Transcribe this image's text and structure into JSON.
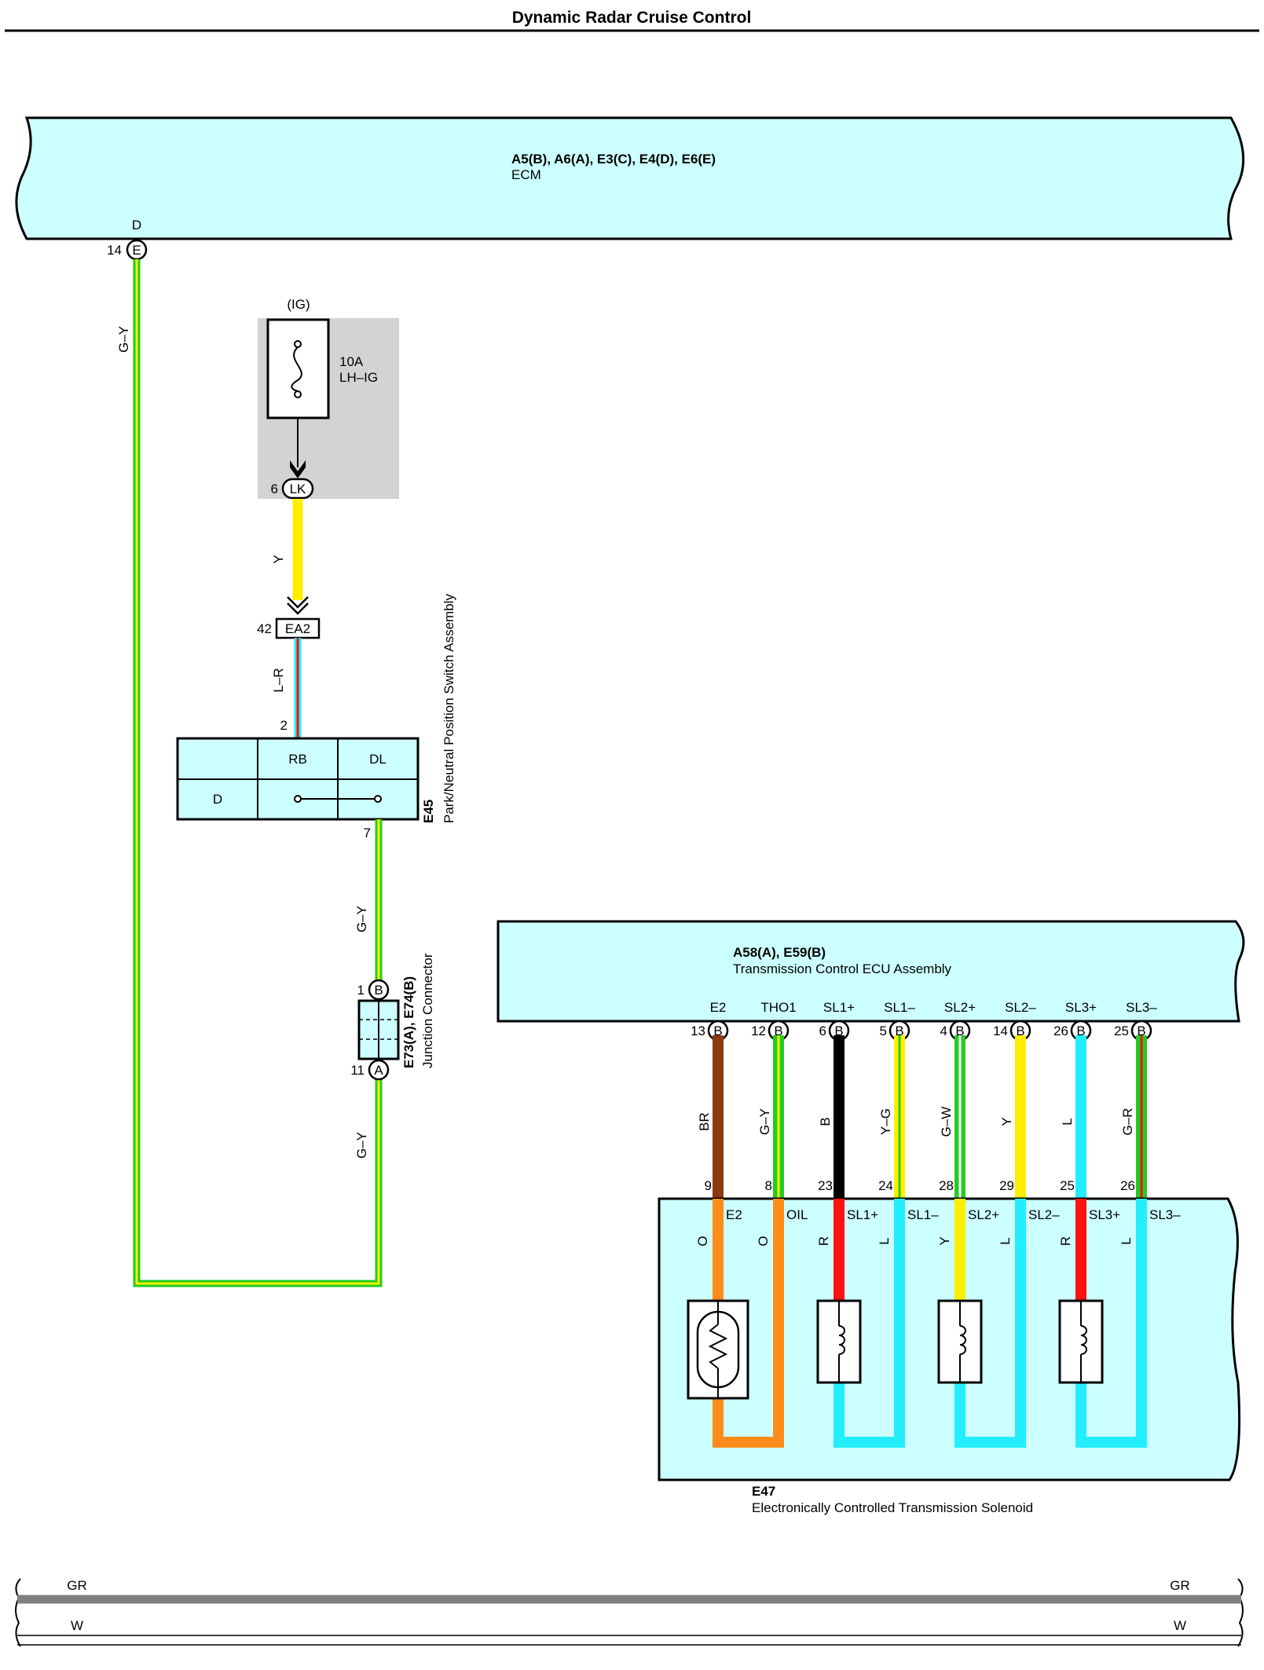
{
  "title": "Dynamic Radar Cruise Control",
  "colors": {
    "panel": "#ccffff",
    "relay_bg": "#d3d3d3",
    "BR": "#8b3a0f",
    "G": "#22cc22",
    "Y": "#ffee00",
    "B": "#000000",
    "L": "#22eeff",
    "R": "#ff1111",
    "O": "#ff8c1a",
    "W": "#ffffff",
    "GR": "#808080"
  },
  "ecm": {
    "connectors": "A5(B), A6(A), E3(C), E4(D), E6(E)",
    "name": "ECM",
    "pin_label": "D",
    "pin_no": "14",
    "pin_conn": "E"
  },
  "wire_ecm": "G–Y",
  "fuse": {
    "group": "(IG)",
    "rating": "10A",
    "name": "LH–IG",
    "pin_no": "6",
    "conn": "LK"
  },
  "wire_fuse": "Y",
  "ea2": {
    "pin_no": "42",
    "conn": "EA2"
  },
  "wire_ea2": "L–R",
  "pnp": {
    "code": "E45",
    "name": "Park/Neutral Position Switch Assembly",
    "pin_top": "2",
    "pin_bottom": "7",
    "cells": [
      "RB",
      "DL",
      "D"
    ]
  },
  "wire_pnp": "G–Y",
  "junction": {
    "code": "E73(A), E74(B)",
    "name": "Junction Connector",
    "pin_top_no": "1",
    "pin_top_conn": "B",
    "pin_bottom_no": "11",
    "pin_bottom_conn": "A"
  },
  "wire_junction": "G–Y",
  "tcu": {
    "connectors": "A58(A), E59(B)",
    "name": "Transmission Control ECU Assembly",
    "pins": [
      {
        "label": "E2",
        "no": "13",
        "conn": "B",
        "wire": "BR"
      },
      {
        "label": "THO1",
        "no": "12",
        "conn": "B",
        "wire": "G–Y"
      },
      {
        "label": "SL1+",
        "no": "6",
        "conn": "B",
        "wire": "B"
      },
      {
        "label": "SL1–",
        "no": "5",
        "conn": "B",
        "wire": "Y–G"
      },
      {
        "label": "SL2+",
        "no": "4",
        "conn": "B",
        "wire": "G–W"
      },
      {
        "label": "SL2–",
        "no": "14",
        "conn": "B",
        "wire": "Y"
      },
      {
        "label": "SL3+",
        "no": "26",
        "conn": "B",
        "wire": "L"
      },
      {
        "label": "SL3–",
        "no": "25",
        "conn": "B",
        "wire": "G–R"
      }
    ]
  },
  "solenoid": {
    "code": "E47",
    "name": "Electronically Controlled Transmission Solenoid",
    "pins": [
      {
        "no": "9",
        "label": "E2",
        "wire": "O"
      },
      {
        "no": "8",
        "label": "OIL",
        "wire": "O"
      },
      {
        "no": "23",
        "label": "SL1+",
        "wire": "R"
      },
      {
        "no": "24",
        "label": "SL1–",
        "wire": "L"
      },
      {
        "no": "28",
        "label": "SL2+",
        "wire": "Y"
      },
      {
        "no": "29",
        "label": "SL2–",
        "wire": "L"
      },
      {
        "no": "25",
        "label": "SL3+",
        "wire": "R"
      },
      {
        "no": "26",
        "label": "SL3–",
        "wire": "L"
      }
    ]
  },
  "bus": {
    "gr_left": "GR",
    "gr_right": "GR",
    "w_left": "W",
    "w_right": "W"
  }
}
